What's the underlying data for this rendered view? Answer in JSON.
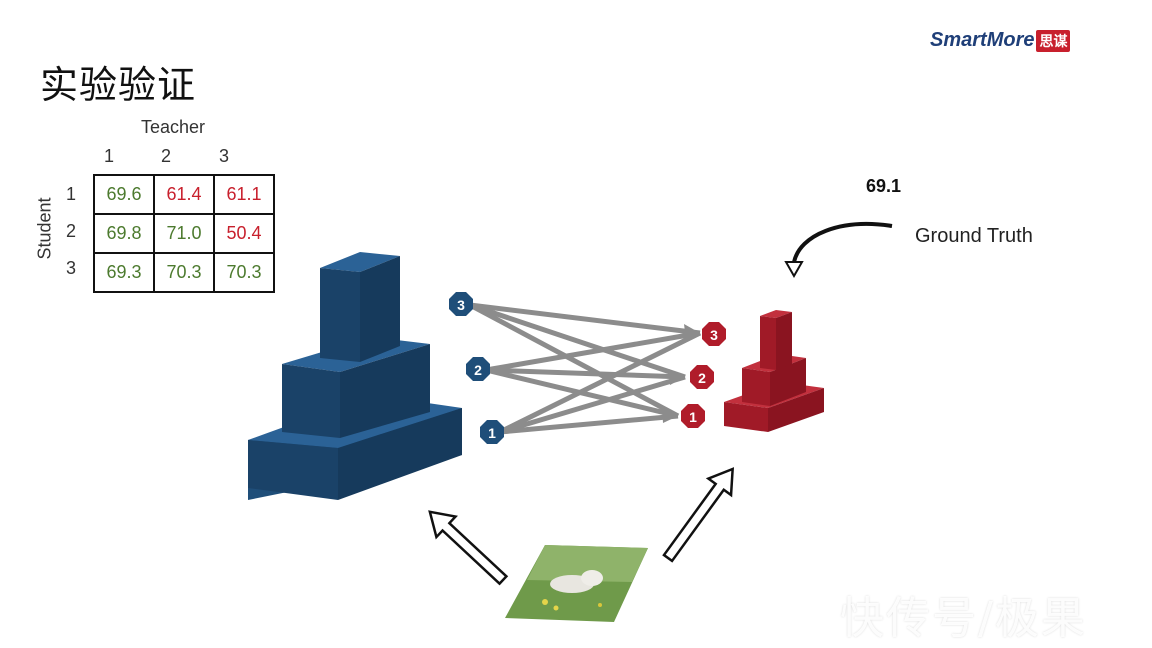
{
  "title": "实验验证",
  "logo": {
    "text": "SmartMore",
    "badge": "思谋"
  },
  "matrix": {
    "teacher_label": "Teacher",
    "student_label": "Student",
    "col_headers": [
      "1",
      "2",
      "3"
    ],
    "row_headers": [
      "1",
      "2",
      "3"
    ],
    "rows": [
      [
        "69.6",
        "61.4",
        "61.1"
      ],
      [
        "69.8",
        "71.0",
        "50.4"
      ],
      [
        "69.3",
        "70.3",
        "70.3"
      ]
    ],
    "cell_colors": [
      [
        "green",
        "red",
        "red"
      ],
      [
        "green",
        "green",
        "red"
      ],
      [
        "green",
        "green",
        "green"
      ]
    ]
  },
  "ground_truth": {
    "value": "69.1",
    "label": "Ground Truth"
  },
  "teacher_nodes": [
    "3",
    "2",
    "1"
  ],
  "student_nodes": [
    "3",
    "2",
    "1"
  ],
  "watermark": "快传号/极果",
  "colors": {
    "teacher": "#1f4e79",
    "student": "#b01c2a",
    "green": "#4c7a2e",
    "red": "#c8202d",
    "connector": "#8c8c8c"
  },
  "icons": [
    "teacher-pyramid-icon",
    "student-pyramid-icon",
    "curved-arrow-icon",
    "up-arrow-icon",
    "input-image-icon"
  ]
}
